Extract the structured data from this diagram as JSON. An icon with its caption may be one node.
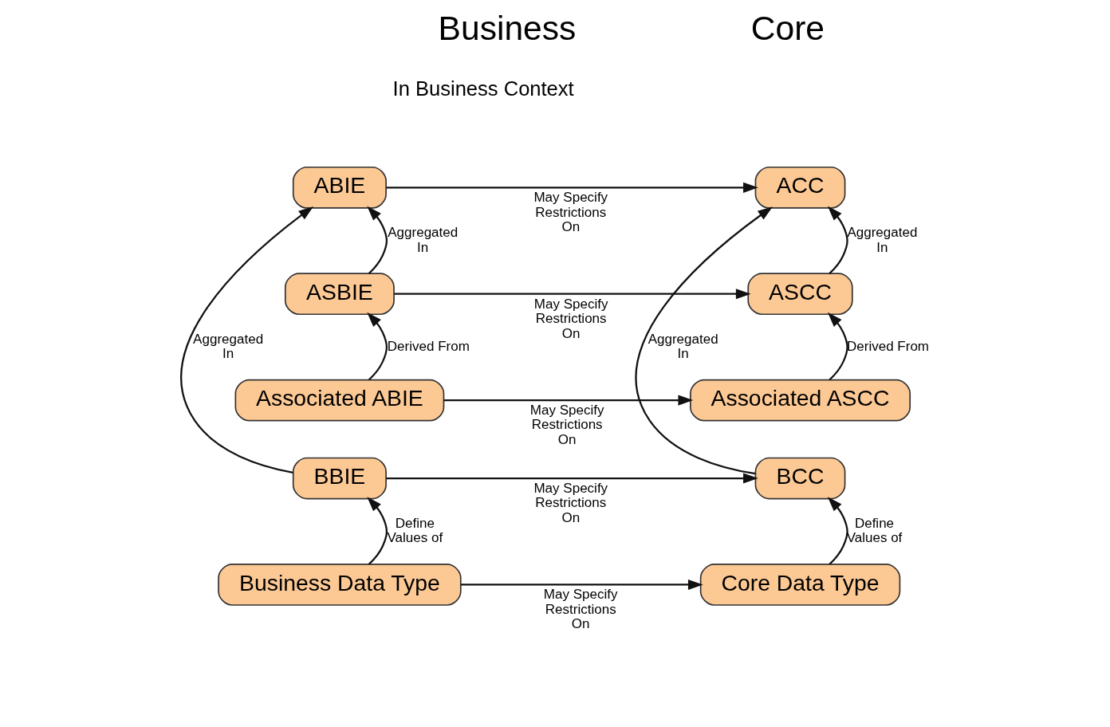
{
  "diagram": {
    "nodes": [
      {
        "text": [
          "ABIE"
        ]
      },
      {
        "text": [
          "ACC"
        ]
      },
      {
        "text": [
          "ASBIE"
        ]
      },
      {
        "text": [
          "ASCC"
        ]
      },
      {
        "text": [
          "Associated ABIE"
        ]
      },
      {
        "text": [
          "Associated ASCC"
        ]
      },
      {
        "text": [
          "BBIE"
        ]
      },
      {
        "text": [
          "BCC"
        ]
      },
      {
        "text": [
          "Business Data Type"
        ]
      },
      {
        "text": [
          "Core Data Type"
        ]
      }
    ],
    "edges": [
      {
        "from": 0,
        "to": 1,
        "arrow": "to",
        "label": "May Specify Restrictions On"
      },
      {
        "from": 2,
        "to": 0,
        "arrow": "to",
        "label": "Aggregated In"
      },
      {
        "from": 3,
        "to": 1,
        "arrow": "to",
        "label": "Aggregated In"
      },
      {
        "from": 2,
        "to": 3,
        "arrow": "to",
        "label": "May Specify Restrictions On"
      },
      {
        "from": 4,
        "to": 2,
        "arrow": "to",
        "label": "Derived From"
      },
      {
        "from": 5,
        "to": 3,
        "arrow": "to",
        "label": "Derived From"
      },
      {
        "from": 4,
        "to": 5,
        "arrow": "to",
        "label": "May Specify Restrictions On"
      },
      {
        "from": 6,
        "to": 0,
        "arrow": "to",
        "label": "Aggregated In"
      },
      {
        "from": 7,
        "to": 1,
        "arrow": "to",
        "label": "Aggregated In"
      },
      {
        "from": 6,
        "to": 7,
        "arrow": "to",
        "label": "May Specify Restrictions On"
      },
      {
        "from": 8,
        "to": 6,
        "arrow": "to",
        "label": "Define Values of"
      },
      {
        "from": 9,
        "to": 7,
        "arrow": "to",
        "label": "Define Values of"
      },
      {
        "from": 8,
        "to": 9,
        "arrow": "to",
        "label": "May Specify Restrictions On"
      }
    ],
    "labels": [
      "Business",
      "In Business Context",
      "Core"
    ]
  }
}
